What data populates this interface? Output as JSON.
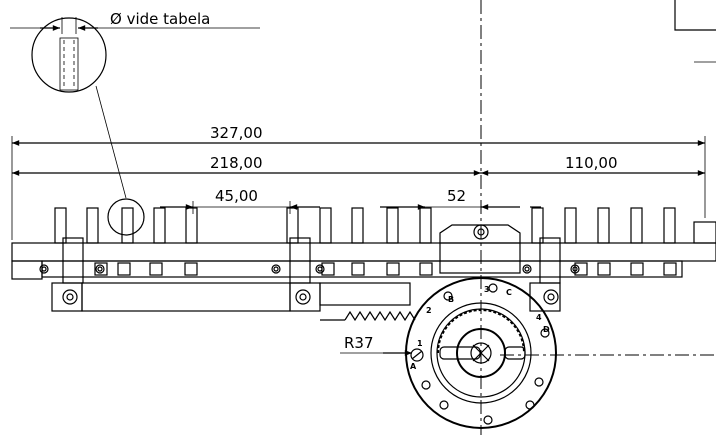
{
  "detail": {
    "label": "Ø vide tabela"
  },
  "dimensions": {
    "overall": "327,00",
    "left_span": "218,00",
    "right_span": "110,00",
    "pitch": "45,00",
    "offset": "52",
    "radius": "R37"
  },
  "knob_labels": [
    "1",
    "2",
    "3",
    "4",
    "A",
    "B",
    "C",
    "D"
  ]
}
